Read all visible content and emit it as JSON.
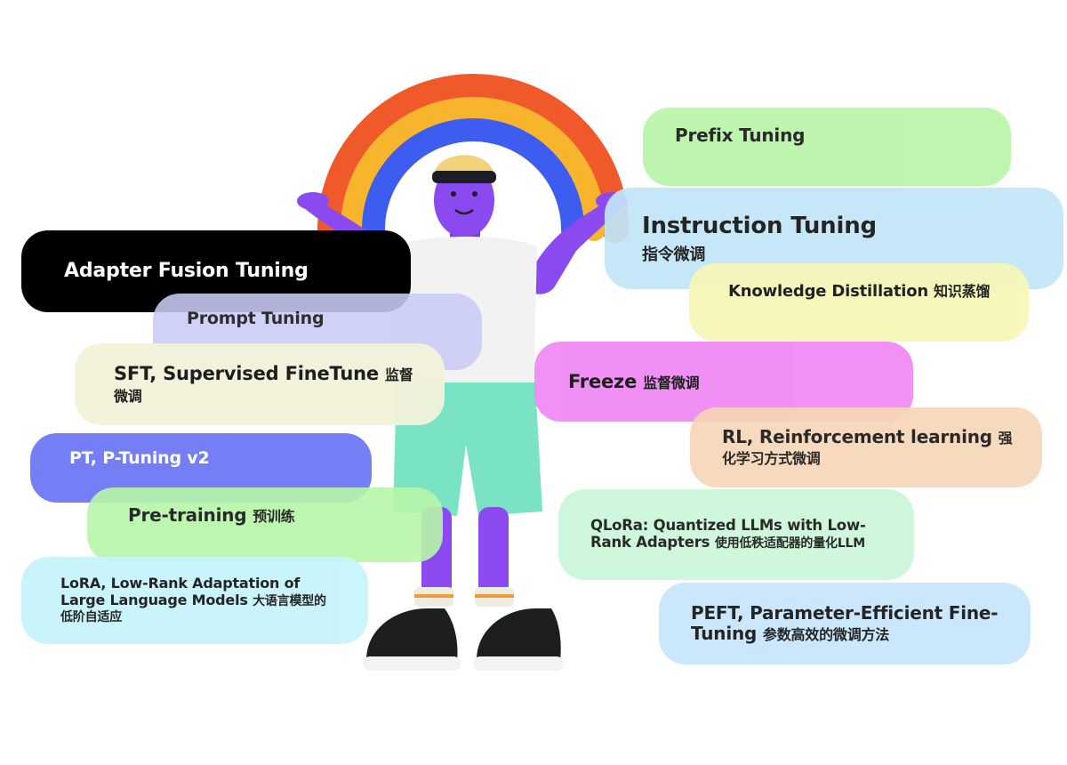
{
  "colors": {
    "adapter": "#000000",
    "prompt": "#c9cbf6",
    "sft": "#f3f3db",
    "pt": "#6a74f4",
    "pre": "#b6f6a8",
    "lora": "#c5f4fb",
    "prefix": "#b8f5a6",
    "instr": "#c2e6f8",
    "know": "#f7f7b8",
    "freeze": "#f08af4",
    "rl": "#f7d7b7",
    "qlora": "#c9f7d9",
    "peft": "#c7e6fb",
    "skin": "#8b49f0",
    "shirt": "#f2f2f2",
    "shorts": "#7ae3c4"
  },
  "illustration": {
    "subject": "cartoon-person-under-rainbow",
    "icons": [
      "rainbow-icon",
      "character-icon",
      "sneakers-icon"
    ]
  },
  "left": [
    {
      "en": "Adapter Fusion Tuning",
      "cn": ""
    },
    {
      "en": "Prompt Tuning",
      "cn": ""
    },
    {
      "en": "SFT, Supervised FineTune",
      "cn": "监督微调"
    },
    {
      "en": "PT, P-Tuning v2",
      "cn": ""
    },
    {
      "en": "Pre-training",
      "cn": "预训练"
    },
    {
      "en": "LoRA, Low-Rank Adaptation of Large Language Models",
      "cn": "大语言模型的低阶自适应"
    }
  ],
  "right": [
    {
      "en": "Prefix Tuning",
      "cn": ""
    },
    {
      "en": "Instruction Tuning",
      "cn": "指令微调"
    },
    {
      "en": "Knowledge Distillation",
      "cn": "知识蒸馏"
    },
    {
      "en": "Freeze",
      "cn": "监督微调"
    },
    {
      "en": "RL, Reinforcement learning",
      "cn": "强化学习方式微调"
    },
    {
      "en": "QLoRa: Quantized LLMs with Low-Rank Adapters",
      "cn": "使用低秩适配器的量化LLM"
    },
    {
      "en": "PEFT, Parameter-Efficient Fine-Tuning",
      "cn": "参数高效的微调方法"
    }
  ]
}
